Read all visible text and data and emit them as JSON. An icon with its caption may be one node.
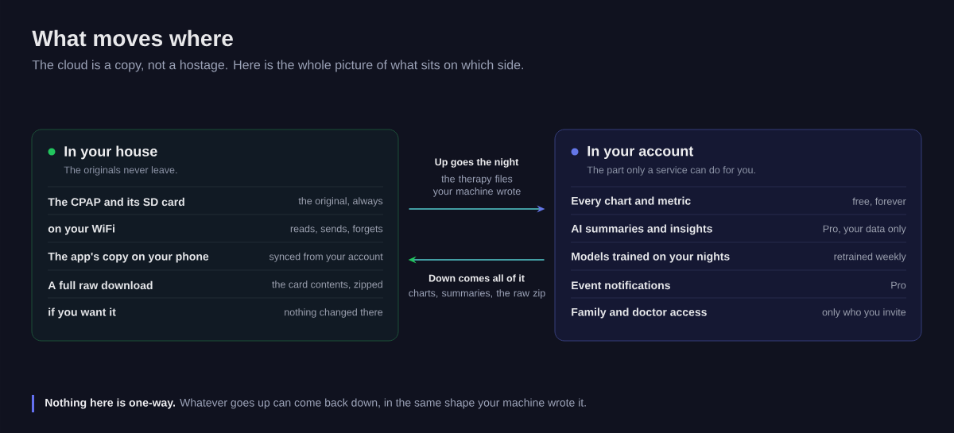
{
  "diagram": {
    "title": "What moves where",
    "nodes": [
      {
        "text": [
          "In your house",
          "The originals never leave."
        ]
      },
      {
        "text": [
          "The CPAP and its SD card",
          "the original, always"
        ],
        "in": 0
      },
      {
        "text": [
          "on your WiFi",
          "reads, sends, forgets"
        ],
        "in": 0
      },
      {
        "text": [
          "The app's copy on your phone",
          "synced from your account"
        ],
        "in": 0
      },
      {
        "text": [
          "A full raw download",
          "the card contents, zipped"
        ],
        "in": 0
      },
      {
        "text": [
          "if you want it",
          "nothing changed there"
        ],
        "in": 0
      },
      {
        "text": [
          "In your account",
          "The part only a service can do for you."
        ]
      },
      {
        "text": [
          "Every chart and metric",
          "free, forever"
        ],
        "in": 6
      },
      {
        "text": [
          "AI summaries and insights",
          "Pro, your data only"
        ],
        "in": 6
      },
      {
        "text": [
          "Models trained on your nights",
          "retrained weekly"
        ],
        "in": 6
      },
      {
        "text": [
          "Event notifications",
          "Pro"
        ],
        "in": 6
      },
      {
        "text": [
          "Family and doctor access",
          "only who you invite"
        ],
        "in": 6
      }
    ],
    "edges": [
      {
        "from": 0,
        "to": 6,
        "arrow": "to",
        "label": "Up goes the night"
      },
      {
        "from": 6,
        "to": 0,
        "arrow": "to",
        "label": "Down comes all of it"
      }
    ],
    "labels": [
      "The cloud is a copy, not a hostage. Here is the whole picture of what sits on which side.",
      "the therapy files your machine wrote",
      "charts, summaries, the raw zip",
      "**Nothing here is one-way.** Whatever goes up can come back down, in the same shape your machine wrote it."
    ]
  }
}
